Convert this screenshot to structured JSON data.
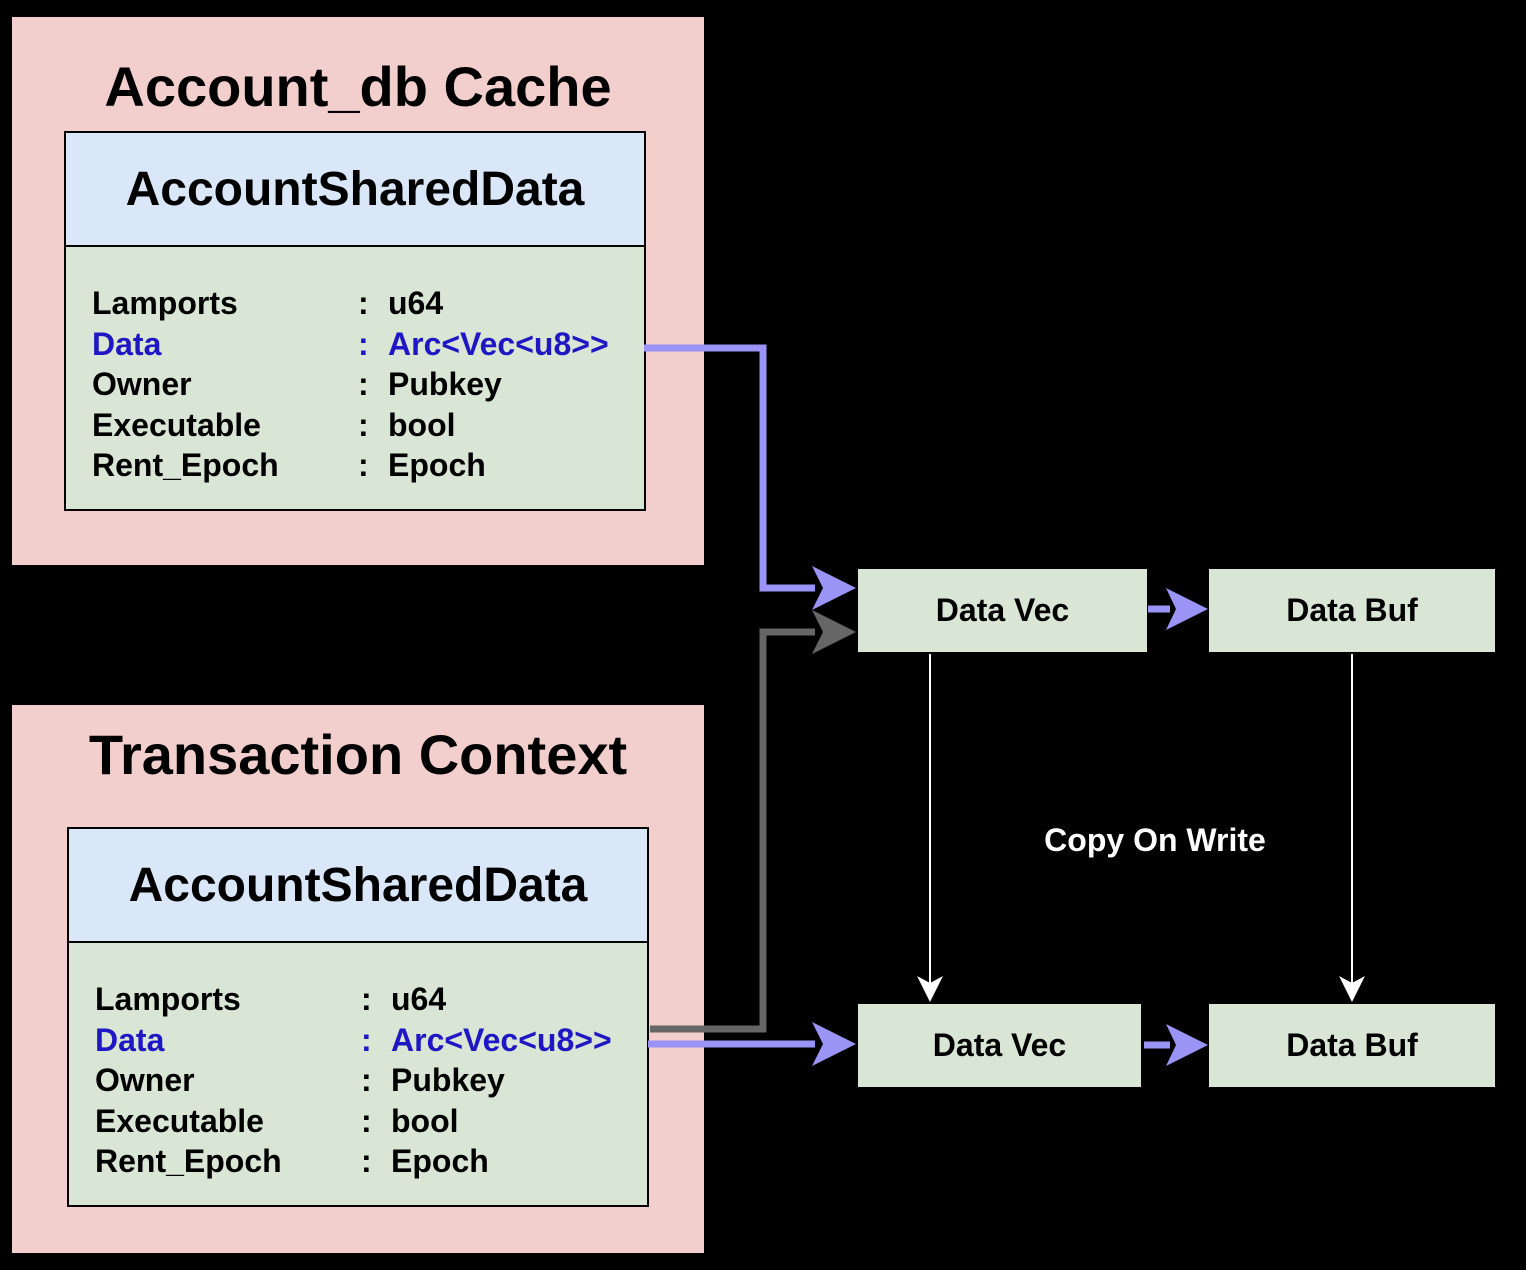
{
  "cache_group": {
    "title": "Account_db Cache",
    "struct": {
      "header": "AccountSharedData",
      "fields": [
        {
          "name": "Lamports",
          "sep": ":",
          "type": "u64"
        },
        {
          "name": "Data",
          "sep": ":",
          "type": "Arc<Vec<u8>>"
        },
        {
          "name": "Owner",
          "sep": ":",
          "type": "Pubkey"
        },
        {
          "name": "Executable",
          "sep": ":",
          "type": "bool"
        },
        {
          "name": "Rent_Epoch",
          "sep": ":",
          "type": "Epoch"
        }
      ]
    }
  },
  "tx_group": {
    "title": "Transaction Context",
    "struct": {
      "header": "AccountSharedData",
      "fields": [
        {
          "name": "Lamports",
          "sep": ":",
          "type": "u64"
        },
        {
          "name": "Data",
          "sep": ":",
          "type": "Arc<Vec<u8>>"
        },
        {
          "name": "Owner",
          "sep": ":",
          "type": "Pubkey"
        },
        {
          "name": "Executable",
          "sep": ":",
          "type": "bool"
        },
        {
          "name": "Rent_Epoch",
          "sep": ":",
          "type": "Epoch"
        }
      ]
    }
  },
  "nodes": {
    "top_vec": "Data Vec",
    "top_buf": "Data Buf",
    "bottom_vec": "Data Vec",
    "bottom_buf": "Data Buf"
  },
  "copy_on_write_label": "Copy On Write",
  "colors": {
    "background": "#000000",
    "group_fill": "#f2cfcd",
    "header_fill": "#dae7f9",
    "body_fill": "#d9e6d6",
    "highlight_text": "#1f17c4",
    "ref_arrow": "#9a94f6",
    "old_ref_arrow": "#666666",
    "cow_arrow": "#ffffff"
  }
}
